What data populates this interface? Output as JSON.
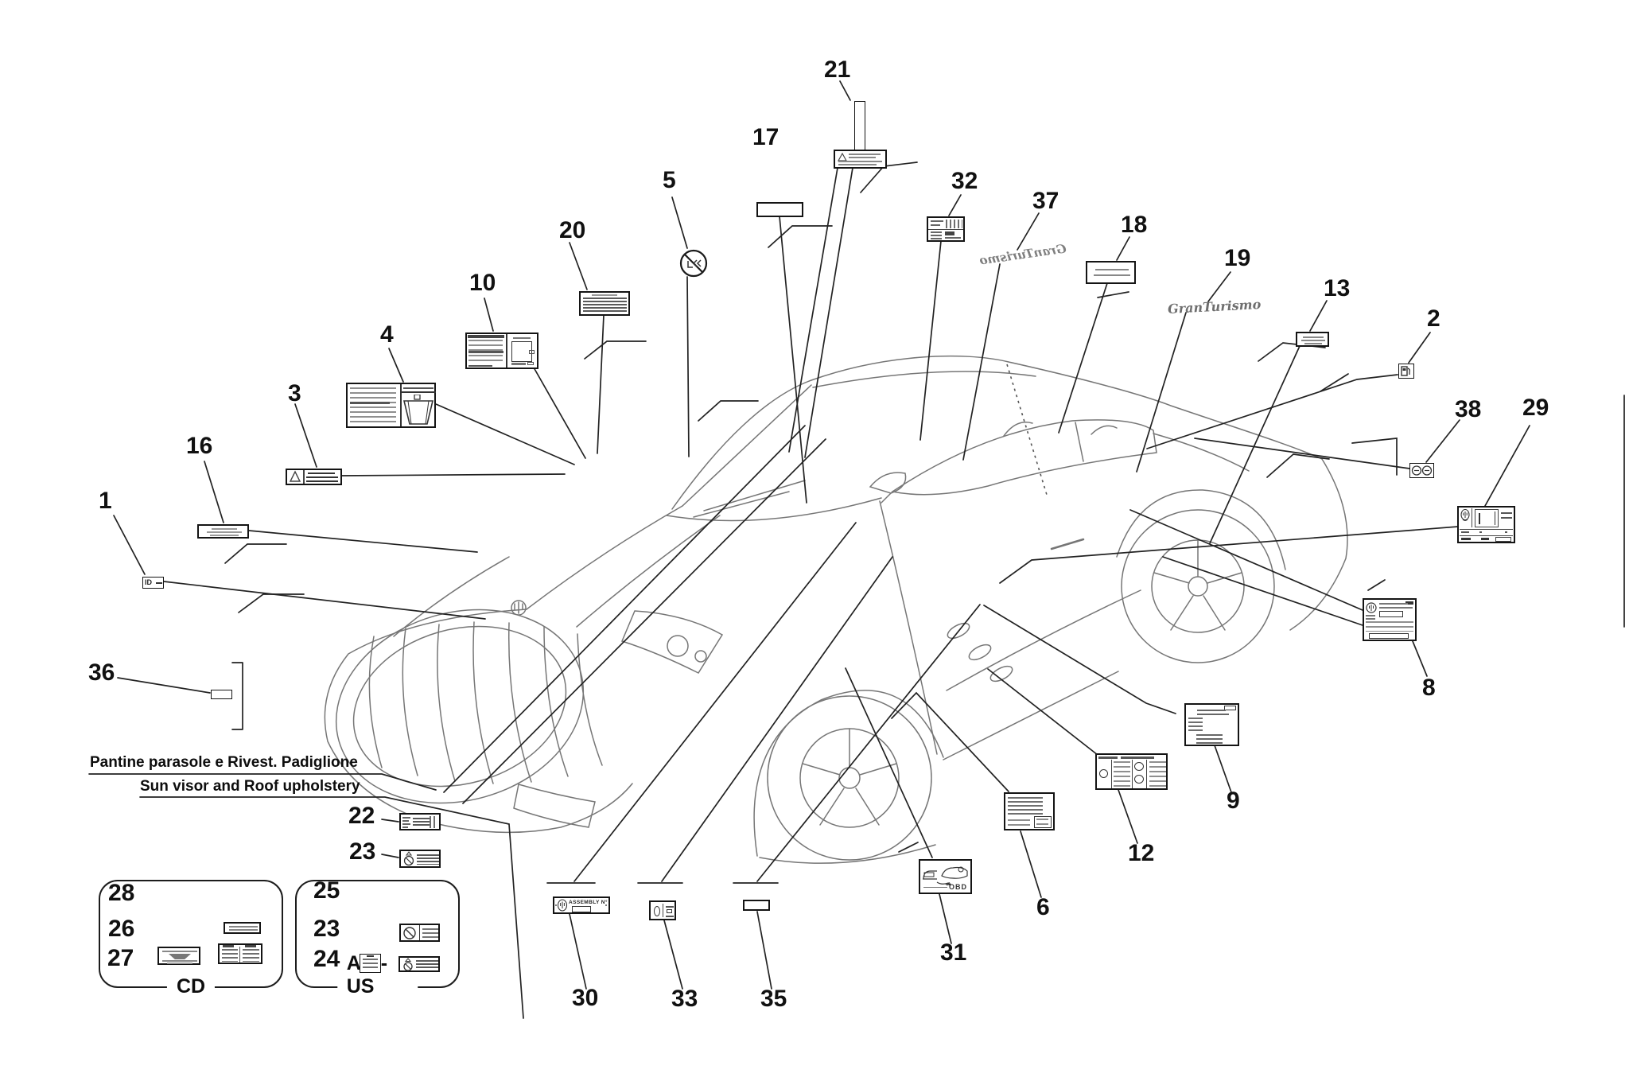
{
  "figure_type": "car labels location diagram",
  "texts": {
    "note_it": "Pantine parasole e Rivest. Padiglione",
    "note_en": "Sun visor and Roof upholstery",
    "group_cd": "CD",
    "group_auus": "AU - US",
    "badge_script": "GranTurismo",
    "label_id": "ID",
    "label_obd": "OBD",
    "label_assembly": "ASSEMBLY N°"
  },
  "icons": {
    "trident": "Ψ"
  },
  "colors": {
    "background": "#ffffff",
    "ink": "#1a1a1a",
    "sketch": "#767676"
  },
  "callouts": {
    "c1": "1",
    "c2": "2",
    "c3": "3",
    "c4": "4",
    "c5": "5",
    "c6": "6",
    "c8": "8",
    "c9": "9",
    "c10": "10",
    "c12": "12",
    "c13": "13",
    "c16": "16",
    "c17": "17",
    "c18": "18",
    "c19": "19",
    "c20": "20",
    "c21": "21",
    "c22": "22",
    "c23": "23",
    "c23b": "23",
    "c23c": "23",
    "c24": "24",
    "c25": "25",
    "c26": "26",
    "c27": "27",
    "c28": "28",
    "c29": "29",
    "c30": "30",
    "c31": "31",
    "c32": "32",
    "c33": "33",
    "c35": "35",
    "c36": "36",
    "c37": "37",
    "c38": "38"
  }
}
